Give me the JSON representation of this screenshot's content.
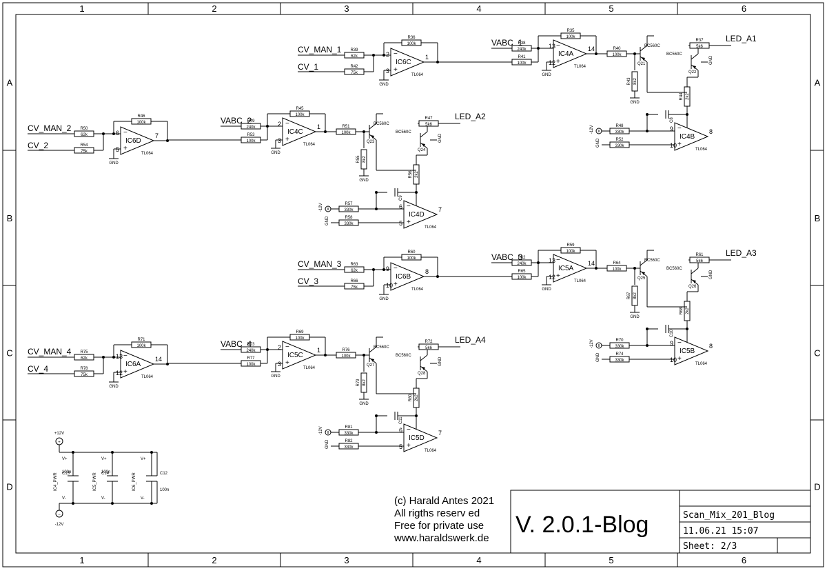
{
  "frame": {
    "columns": [
      "1",
      "2",
      "3",
      "4",
      "5",
      "6"
    ],
    "rows": [
      "A",
      "B",
      "C",
      "D"
    ]
  },
  "title_block": {
    "version": "V. 2.0.1-Blog",
    "filename": "Scan_Mix_201_Blog",
    "date": "11.06.21 15:07",
    "sheet": "Sheet: 2/3",
    "copyright_lines": [
      "(c) Harald Antes 2021",
      "All rigths reserv ed",
      "Free for private use",
      "www.haraldswerk.de"
    ]
  },
  "common": {
    "gnd": "GND",
    "neg12": "-12V",
    "pos12": "+12V",
    "tl064": "TL064",
    "bc560c": "BC560C",
    "minus": "−",
    "plus": "+"
  },
  "channels": [
    {
      "input_stage": {
        "cv_man": "CV_MAN_2",
        "cv": "CV_2",
        "r_man": {
          "ref": "R50",
          "val": "62k"
        },
        "r_cv": {
          "ref": "R54",
          "val": "75k"
        },
        "r_fb": {
          "ref": "R46",
          "val": "100k"
        },
        "op": "IC6D",
        "pin_inv": "6",
        "pin_noninv": "5",
        "pin_out": "7"
      },
      "vabc_stage": {
        "net": "VABC_2",
        "r_in": {
          "ref": "R49",
          "val": "240k"
        },
        "r_b": {
          "ref": "R53",
          "val": "100k"
        },
        "r_fb": {
          "ref": "R45",
          "val": "100k"
        },
        "op": "IC4C",
        "pin_inv": "2",
        "pin_noninv": "3",
        "pin_out": "1"
      },
      "driver": {
        "r_base": {
          "ref": "R51",
          "val": "100k"
        },
        "r_em": {
          "ref": "R55",
          "val": "8k2"
        },
        "q1": "Q23",
        "q2": "Q24",
        "r_led": {
          "ref": "R47",
          "val": "5k6"
        },
        "led": "LED_A2",
        "r_sense": {
          "ref": "R56",
          "val": "2k2"
        },
        "r_neg": {
          "ref": "R57",
          "val": "330k"
        },
        "r_gnd": {
          "ref": "R58",
          "val": "330k"
        },
        "cap": "C9",
        "op": "IC4D",
        "pin_inv": "6",
        "pin_noninv": "5",
        "pin_out": "7"
      }
    },
    {
      "input_stage": {
        "cv_man": "CV_MAN_1",
        "cv": "CV_1",
        "r_man": {
          "ref": "R39",
          "val": "62k"
        },
        "r_cv": {
          "ref": "R42",
          "val": "75k"
        },
        "r_fb": {
          "ref": "R36",
          "val": "100k"
        },
        "op": "IC6C",
        "pin_inv": "2",
        "pin_noninv": "3",
        "pin_out": "1"
      },
      "vabc_stage": {
        "net": "VABC_1",
        "r_in": {
          "ref": "R38",
          "val": "240k"
        },
        "r_b": {
          "ref": "R41",
          "val": "100k"
        },
        "r_fb": {
          "ref": "R35",
          "val": "100k"
        },
        "op": "IC4A",
        "pin_inv": "13",
        "pin_noninv": "12",
        "pin_out": "14"
      },
      "driver": {
        "r_base": {
          "ref": "R40",
          "val": "100k"
        },
        "r_em": {
          "ref": "R43",
          "val": "8k2"
        },
        "q1": "Q21",
        "q2": "Q22",
        "r_led": {
          "ref": "R37",
          "val": "5k6"
        },
        "led": "LED_A1",
        "r_sense": {
          "ref": "R44",
          "val": "2k2"
        },
        "r_neg": {
          "ref": "R48",
          "val": "330k"
        },
        "r_gnd": {
          "ref": "R52",
          "val": "330k"
        },
        "cap": "C8",
        "op": "IC4B",
        "pin_inv": "9",
        "pin_noninv": "10",
        "pin_out": "8"
      }
    },
    {
      "input_stage": {
        "cv_man": "CV_MAN_3",
        "cv": "CV_3",
        "r_man": {
          "ref": "R63",
          "val": "62k"
        },
        "r_cv": {
          "ref": "R66",
          "val": "75k"
        },
        "r_fb": {
          "ref": "R60",
          "val": "100k"
        },
        "op": "IC6B",
        "pin_inv": "9",
        "pin_noninv": "10",
        "pin_out": "8"
      },
      "vabc_stage": {
        "net": "VABC_3",
        "r_in": {
          "ref": "R62",
          "val": "240k"
        },
        "r_b": {
          "ref": "R65",
          "val": "100k"
        },
        "r_fb": {
          "ref": "R59",
          "val": "100k"
        },
        "op": "IC5A",
        "pin_inv": "13",
        "pin_noninv": "12",
        "pin_out": "14"
      },
      "driver": {
        "r_base": {
          "ref": "R64",
          "val": "100k"
        },
        "r_em": {
          "ref": "R67",
          "val": "8k2"
        },
        "q1": "Q25",
        "q2": "Q26",
        "r_led": {
          "ref": "R61",
          "val": "5k6"
        },
        "led": "LED_A3",
        "r_sense": {
          "ref": "R68",
          "val": "2k2"
        },
        "r_neg": {
          "ref": "R70",
          "val": "330k"
        },
        "r_gnd": {
          "ref": "R74",
          "val": "330k"
        },
        "cap": "C10",
        "op": "IC5B",
        "pin_inv": "9",
        "pin_noninv": "10",
        "pin_out": "8"
      }
    },
    {
      "input_stage": {
        "cv_man": "CV_MAN_4",
        "cv": "CV_4",
        "r_man": {
          "ref": "R75",
          "val": "62k"
        },
        "r_cv": {
          "ref": "R78",
          "val": "75k"
        },
        "r_fb": {
          "ref": "R71",
          "val": "100k"
        },
        "op": "IC6A",
        "pin_inv": "13",
        "pin_noninv": "12",
        "pin_out": "14"
      },
      "vabc_stage": {
        "net": "VABC_4",
        "r_in": {
          "ref": "R73",
          "val": "240k"
        },
        "r_b": {
          "ref": "R77",
          "val": "100k"
        },
        "r_fb": {
          "ref": "R69",
          "val": "100k"
        },
        "op": "IC5C",
        "pin_inv": "2",
        "pin_noninv": "3",
        "pin_out": "1"
      },
      "driver": {
        "r_base": {
          "ref": "R76",
          "val": "100k"
        },
        "r_em": {
          "ref": "R79",
          "val": "8k2"
        },
        "q1": "Q27",
        "q2": "Q28",
        "r_led": {
          "ref": "R72",
          "val": "5k6"
        },
        "led": "LED_A4",
        "r_sense": {
          "ref": "R80",
          "val": "2k2"
        },
        "r_neg": {
          "ref": "R81",
          "val": "330k"
        },
        "r_gnd": {
          "ref": "R82",
          "val": "330k"
        },
        "cap": "C11",
        "op": "IC5D",
        "pin_inv": "6",
        "pin_noninv": "5",
        "pin_out": "7"
      }
    }
  ],
  "power": {
    "vplus": "V+",
    "vminus": "V-",
    "units": [
      {
        "ref": "IC4_PWR",
        "cap": "C13",
        "val": "100n"
      },
      {
        "ref": "IC5_PWR",
        "cap": "C14",
        "val": "100n"
      },
      {
        "ref": "IC6_PWR",
        "cap": "C12",
        "val": "100n"
      }
    ]
  }
}
